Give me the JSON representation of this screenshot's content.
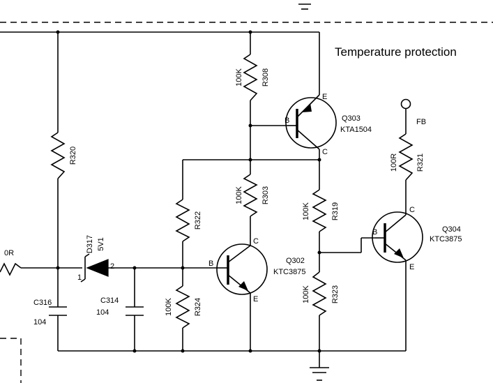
{
  "title": "Temperature protection",
  "resistors": {
    "r308": {
      "ref": "R308",
      "value": "100K"
    },
    "r320": {
      "ref": "R320"
    },
    "r303": {
      "ref": "R303",
      "value": "100K"
    },
    "r322": {
      "ref": "R322"
    },
    "r324": {
      "ref": "R324",
      "value": "100K"
    },
    "r319": {
      "ref": "R319",
      "value": "100K"
    },
    "r323": {
      "ref": "R323",
      "value": "100K"
    },
    "r321": {
      "ref": "R321",
      "value": "100R"
    },
    "r_left": {
      "value": "0R"
    }
  },
  "capacitors": {
    "c316": {
      "ref": "C316",
      "value": "104"
    },
    "c314": {
      "ref": "C314",
      "value": "104"
    }
  },
  "diode": {
    "ref": "D317",
    "value": "5V1",
    "pin1": "1",
    "pin2": "2"
  },
  "transistors": {
    "q303": {
      "ref": "Q303",
      "part": "KTA1504",
      "b": "B",
      "c": "C",
      "e": "E"
    },
    "q302": {
      "ref": "Q302",
      "part": "KTC3875",
      "b": "B",
      "c": "C",
      "e": "E"
    },
    "q304": {
      "ref": "Q304",
      "part": "KTC3875",
      "b": "B",
      "c": "C",
      "e": "E"
    }
  },
  "fb_label": "FB"
}
